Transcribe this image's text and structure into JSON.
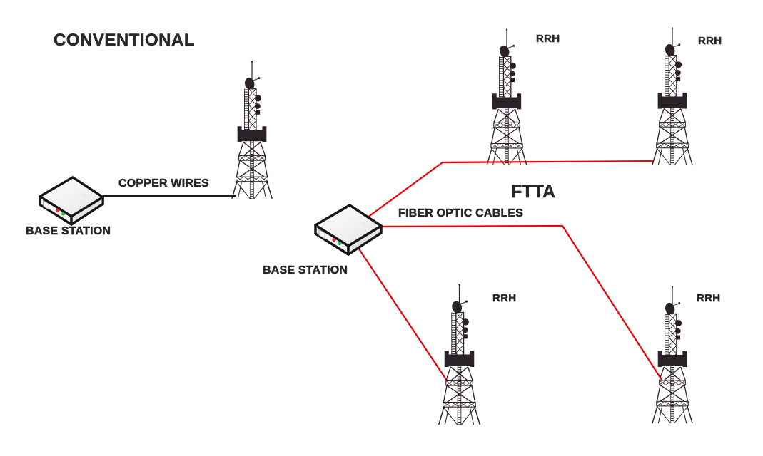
{
  "diagram": {
    "colors": {
      "bg": "#ffffff",
      "text": "#282828",
      "fiber_line": "#f20000",
      "copper_line": "#1a1a1a",
      "tower": "#2b2228",
      "led_red": "#e8262b",
      "led_green": "#3cb54a"
    },
    "conventional": {
      "title": "CONVENTIONAL",
      "base_station_label": "BASE STATION",
      "link_label": "COPPER WIRES"
    },
    "ftta": {
      "title": "FTTA",
      "base_station_label": "BASE STATION",
      "link_label": "FIBER OPTIC CABLES",
      "remote_heads": [
        {
          "label": "RRH",
          "position": "top-left"
        },
        {
          "label": "RRH",
          "position": "top-right"
        },
        {
          "label": "RRH",
          "position": "bottom-left"
        },
        {
          "label": "RRH",
          "position": "bottom-right"
        }
      ]
    }
  }
}
